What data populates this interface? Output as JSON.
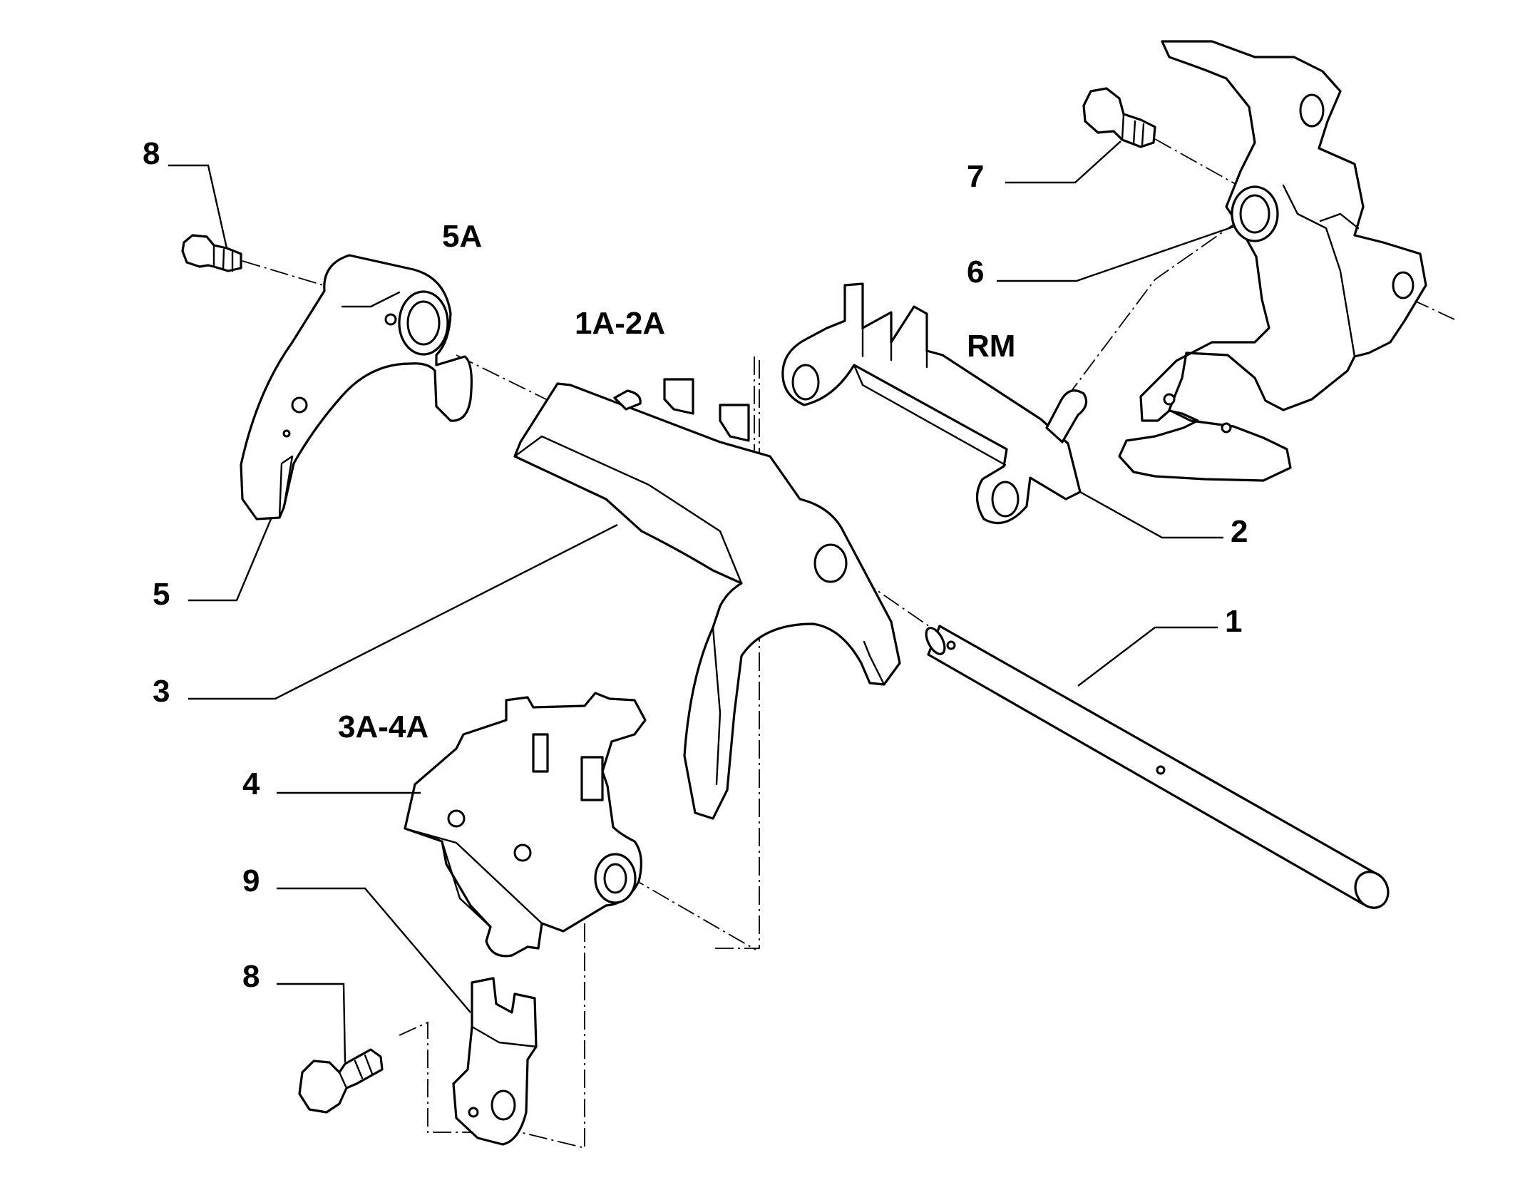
{
  "callouts": {
    "c1": "1",
    "c2": "2",
    "c3": "3",
    "c4": "4",
    "c5": "5",
    "c6": "6",
    "c7": "7",
    "c8_top": "8",
    "c8_bottom": "8",
    "c9": "9"
  },
  "group_labels": {
    "g5a": "5A",
    "g1a2a": "1A-2A",
    "grm": "RM",
    "g3a4a": "3A-4A"
  }
}
